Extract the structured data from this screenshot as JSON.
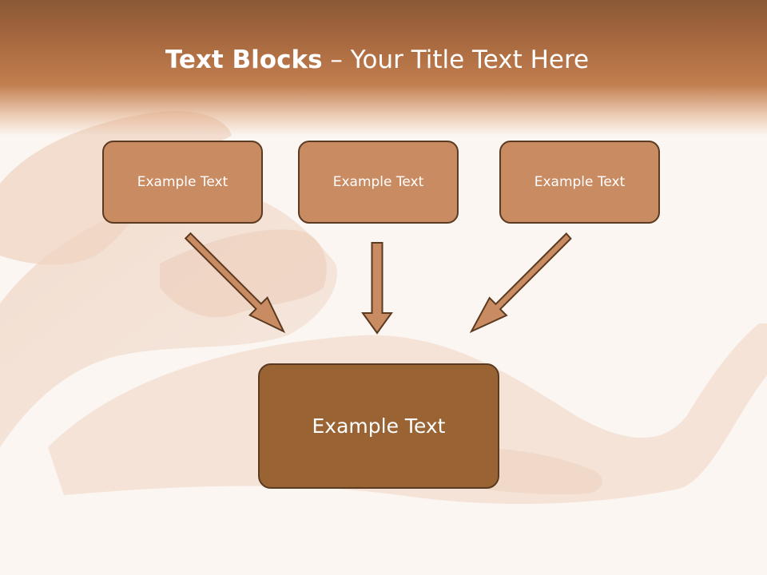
{
  "slide": {
    "title_bold": "Text Blocks",
    "title_separator": " – ",
    "title_rest": "Your Title Text Here"
  },
  "blocks": [
    {
      "label": "Example Text"
    },
    {
      "label": "Example Text"
    },
    {
      "label": "Example Text"
    }
  ],
  "target_block": {
    "label": "Example Text"
  },
  "colors": {
    "header": "#b4733f",
    "block_fill": "#c88b62",
    "target_fill": "#9a6333",
    "arrow_fill": "#c88b62",
    "border": "#5a3a20"
  }
}
